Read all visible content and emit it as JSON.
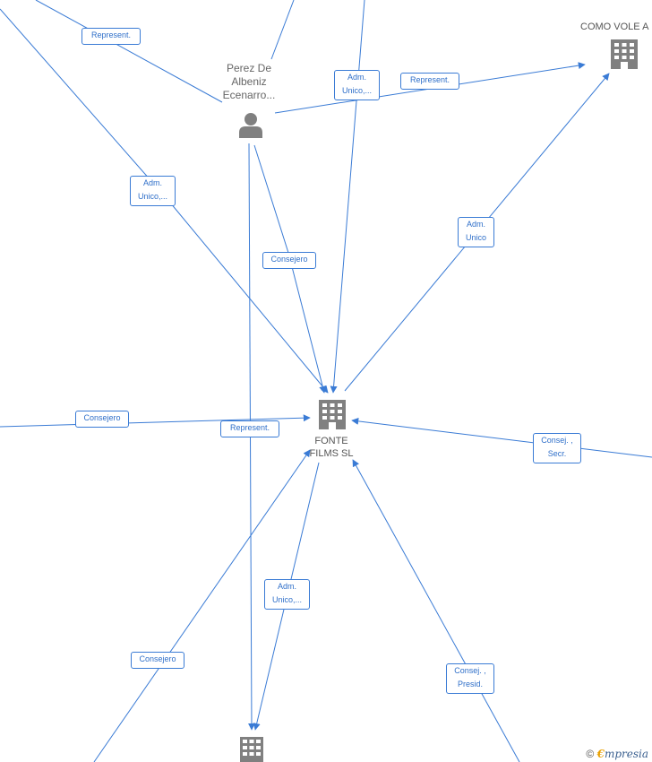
{
  "nodes": {
    "person": {
      "label": "Perez De\nAlbeniz\nEcenarro...",
      "icon": "person-icon"
    },
    "fonte": {
      "label": "FONTE\nFILMS  SL",
      "icon": "building-icon"
    },
    "comovole": {
      "label": "COMO VOLE A",
      "icon": "building-icon"
    },
    "bottom": {
      "label": "",
      "icon": "building-icon"
    }
  },
  "edge_labels": {
    "represent_topleft": "Represent.",
    "adm_unico_center": "Adm.\nUnico,...",
    "represent_topright": "Represent.",
    "adm_unico_left": "Adm.\nUnico,...",
    "adm_unico_right": "Adm.\nUnico",
    "consejero_person": "Consejero",
    "consejero_left": "Consejero",
    "represent_mid": "Represent.",
    "consej_secr": "Consej. ,\nSecr.",
    "adm_unico_bottom": "Adm.\nUnico,...",
    "consejero_bottomleft": "Consejero",
    "consej_presid": "Consej. ,\nPresid."
  },
  "footer": {
    "copyright": "©",
    "brand_e": "€",
    "brand_rest": "mpresia"
  },
  "colors": {
    "edge": "#3a7bd5",
    "icon": "#808080"
  }
}
